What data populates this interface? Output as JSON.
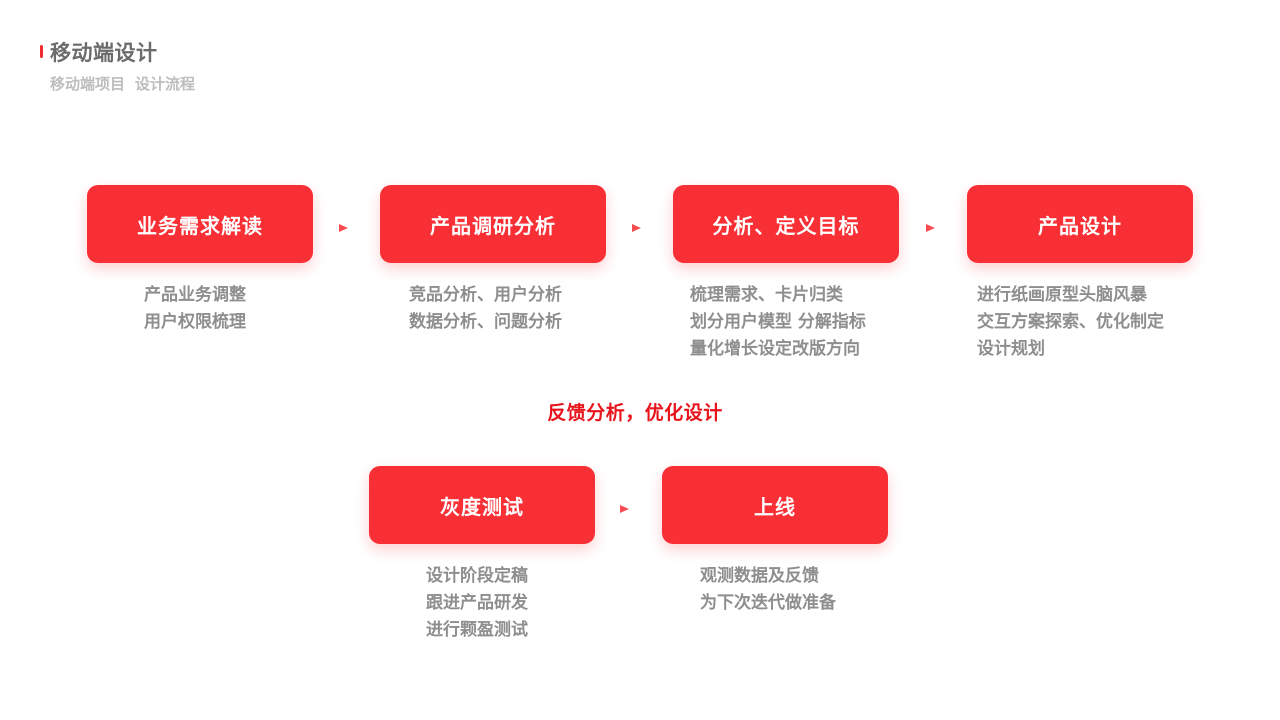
{
  "header": {
    "title": "移动端设计",
    "subtitle_parts": [
      "移动端项目",
      "设计流程"
    ],
    "accent_color": "#f42d33"
  },
  "steps_row1": [
    {
      "label": "业务需求解读",
      "desc": [
        "产品业务调整",
        "用户权限梳理"
      ]
    },
    {
      "label": "产品调研分析",
      "desc": [
        "竞品分析、用户分析",
        "数据分析、问题分析"
      ]
    },
    {
      "label": "分析、定义目标",
      "desc": [
        "梳理需求、卡片归类",
        "划分用户模型 分解指标",
        "量化增长设定改版方向"
      ]
    },
    {
      "label": "产品设计",
      "desc": [
        "进行纸画原型头脑风暴",
        "交互方案探索、优化制定",
        "设计规划"
      ]
    }
  ],
  "feedback": {
    "label": "反馈分析，优化设计",
    "color": "#e8141c"
  },
  "steps_row2": [
    {
      "label": "灰度测试",
      "desc": [
        "设计阶段定稿",
        "跟进产品研发",
        "进行颗盈测试"
      ]
    },
    {
      "label": "上线",
      "desc": [
        "观测数据及反馈",
        "为下次迭代做准备"
      ]
    }
  ],
  "colors": {
    "box_fill": "#f82f34",
    "box_text": "#ffffff",
    "desc_text": "#8e8e8e",
    "title_text": "#6b6b6b",
    "subtitle_text": "#bdbdbd"
  },
  "icons": {
    "arrow": "arrow-right-icon"
  }
}
